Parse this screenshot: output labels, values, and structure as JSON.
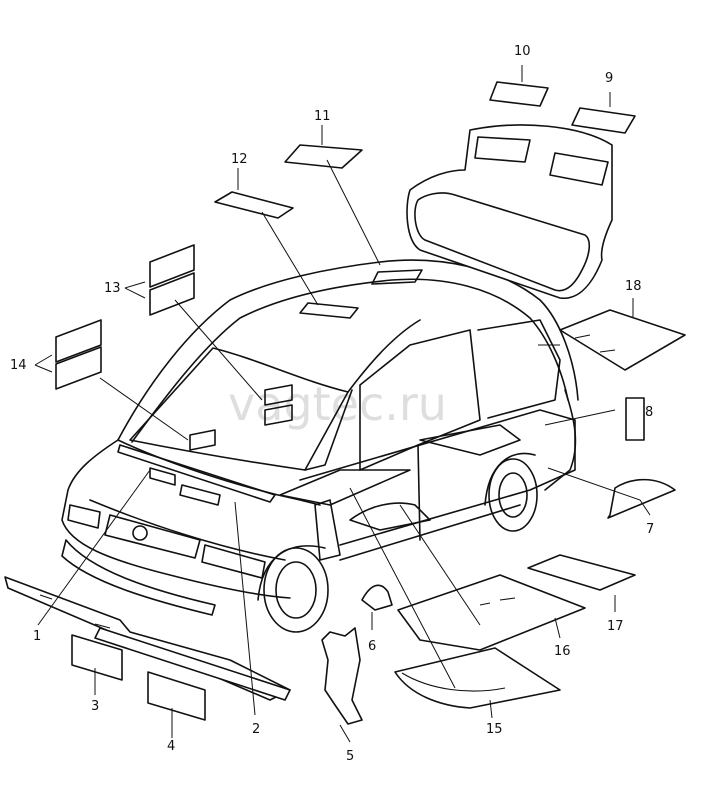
{
  "watermark": "vagtec.ru",
  "callouts": [
    "1",
    "2",
    "3",
    "4",
    "5",
    "6",
    "7",
    "8",
    "9",
    "10",
    "11",
    "12",
    "13",
    "14",
    "15",
    "16",
    "17",
    "18"
  ]
}
